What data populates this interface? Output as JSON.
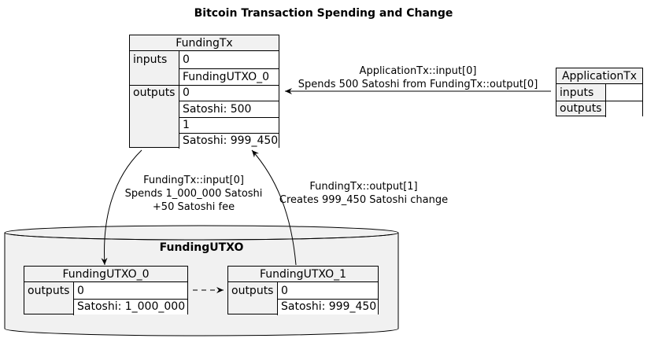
{
  "title": "Bitcoin Transaction Spending and Change",
  "database": {
    "title": "FundingUTXO"
  },
  "funding_tx": {
    "name": "FundingTx",
    "inputs_label": "inputs",
    "input_index": "0",
    "input_ref": "FundingUTXO_0",
    "outputs_label": "outputs",
    "output0_index": "0",
    "output0_value": "Satoshi: 500",
    "output1_index": "1",
    "output1_value": "Satoshi: 999_450"
  },
  "application_tx": {
    "name": "ApplicationTx",
    "inputs_label": "inputs",
    "outputs_label": "outputs"
  },
  "utxo0": {
    "name": "FundingUTXO_0",
    "outputs_label": "outputs",
    "index": "0",
    "value": "Satoshi: 1_000_000"
  },
  "utxo1": {
    "name": "FundingUTXO_1",
    "outputs_label": "outputs",
    "index": "0",
    "value": "Satoshi: 999_450"
  },
  "edges": {
    "app_to_funding": {
      "line1": "ApplicationTx::input[0]",
      "line2": "Spends 500 Satoshi from FundingTx::output[0]"
    },
    "funding_to_utxo0": {
      "line1": "FundingTx::input[0]",
      "line2": "Spends 1_000_000 Satoshi",
      "line3": "+50 Satoshi fee"
    },
    "utxo1_to_funding": {
      "line1": "FundingTx::output[1]",
      "line2": "Creates 999_450 Satoshi change"
    }
  }
}
